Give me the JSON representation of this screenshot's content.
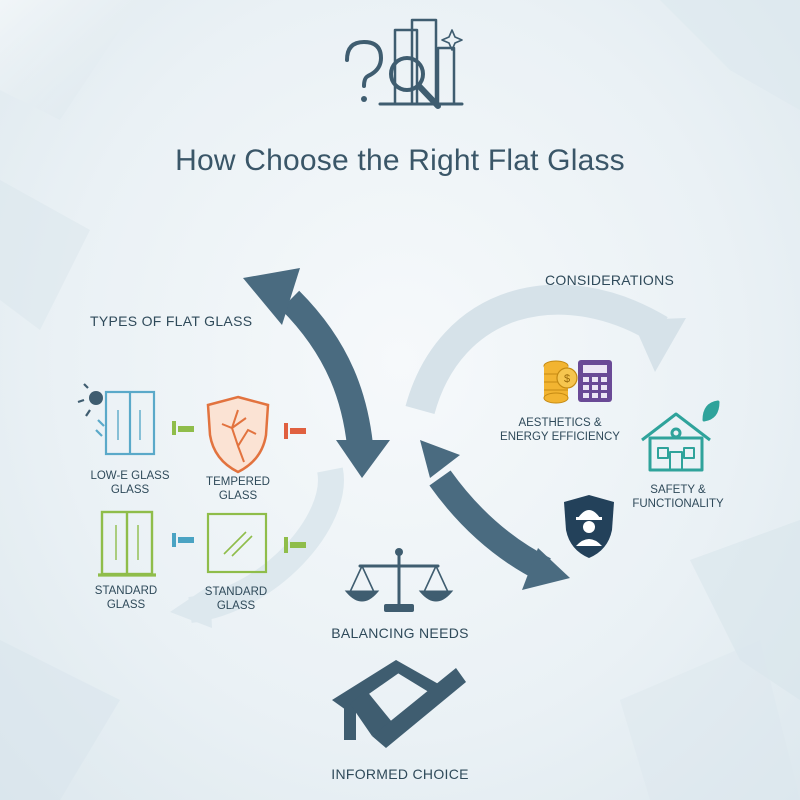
{
  "title": "How Choose the Right Flat Glass",
  "sections": {
    "types": "TYPES OF FLAT GLASS",
    "considerations": "CONSIDERATIONS",
    "balancing": "BALANCING NEEDS",
    "informed": "INFORMED CHOICE"
  },
  "glass_types": [
    {
      "line1": "LOW-E GLASS",
      "line2": "GLASS",
      "icon": "low-e-window-icon"
    },
    {
      "line1": "TEMPERED",
      "line2": "GLASS",
      "icon": "shattered-shield-icon"
    },
    {
      "line1": "STANDARD",
      "line2": "GLASS",
      "icon": "window-frame-icon"
    },
    {
      "line1": "STANDARD",
      "line2": "GLASS",
      "icon": "glass-pane-icon"
    }
  ],
  "considerations": [
    {
      "line1": "AESTHETICS &",
      "line2": "ENERGY EFFICIENCY",
      "icon": "coins-calculator-icon"
    },
    {
      "line1": "SAFETY &",
      "line2": "FUNCTIONALITY",
      "icon": "eco-house-icon"
    },
    {
      "line1": "",
      "line2": "",
      "icon": "worker-shield-icon"
    }
  ],
  "colors": {
    "arrow_dark": "#4a6b80",
    "arrow_light": "#d3e0e7",
    "icon_dark": "#3f5d70",
    "low_e_blue": "#5aa9c9",
    "tempered_orange": "#e2733f",
    "standard_green": "#8fbd4a",
    "teal_house": "#2fa39b",
    "coin_gold": "#f2b431",
    "calculator_purple": "#6a4a96"
  }
}
